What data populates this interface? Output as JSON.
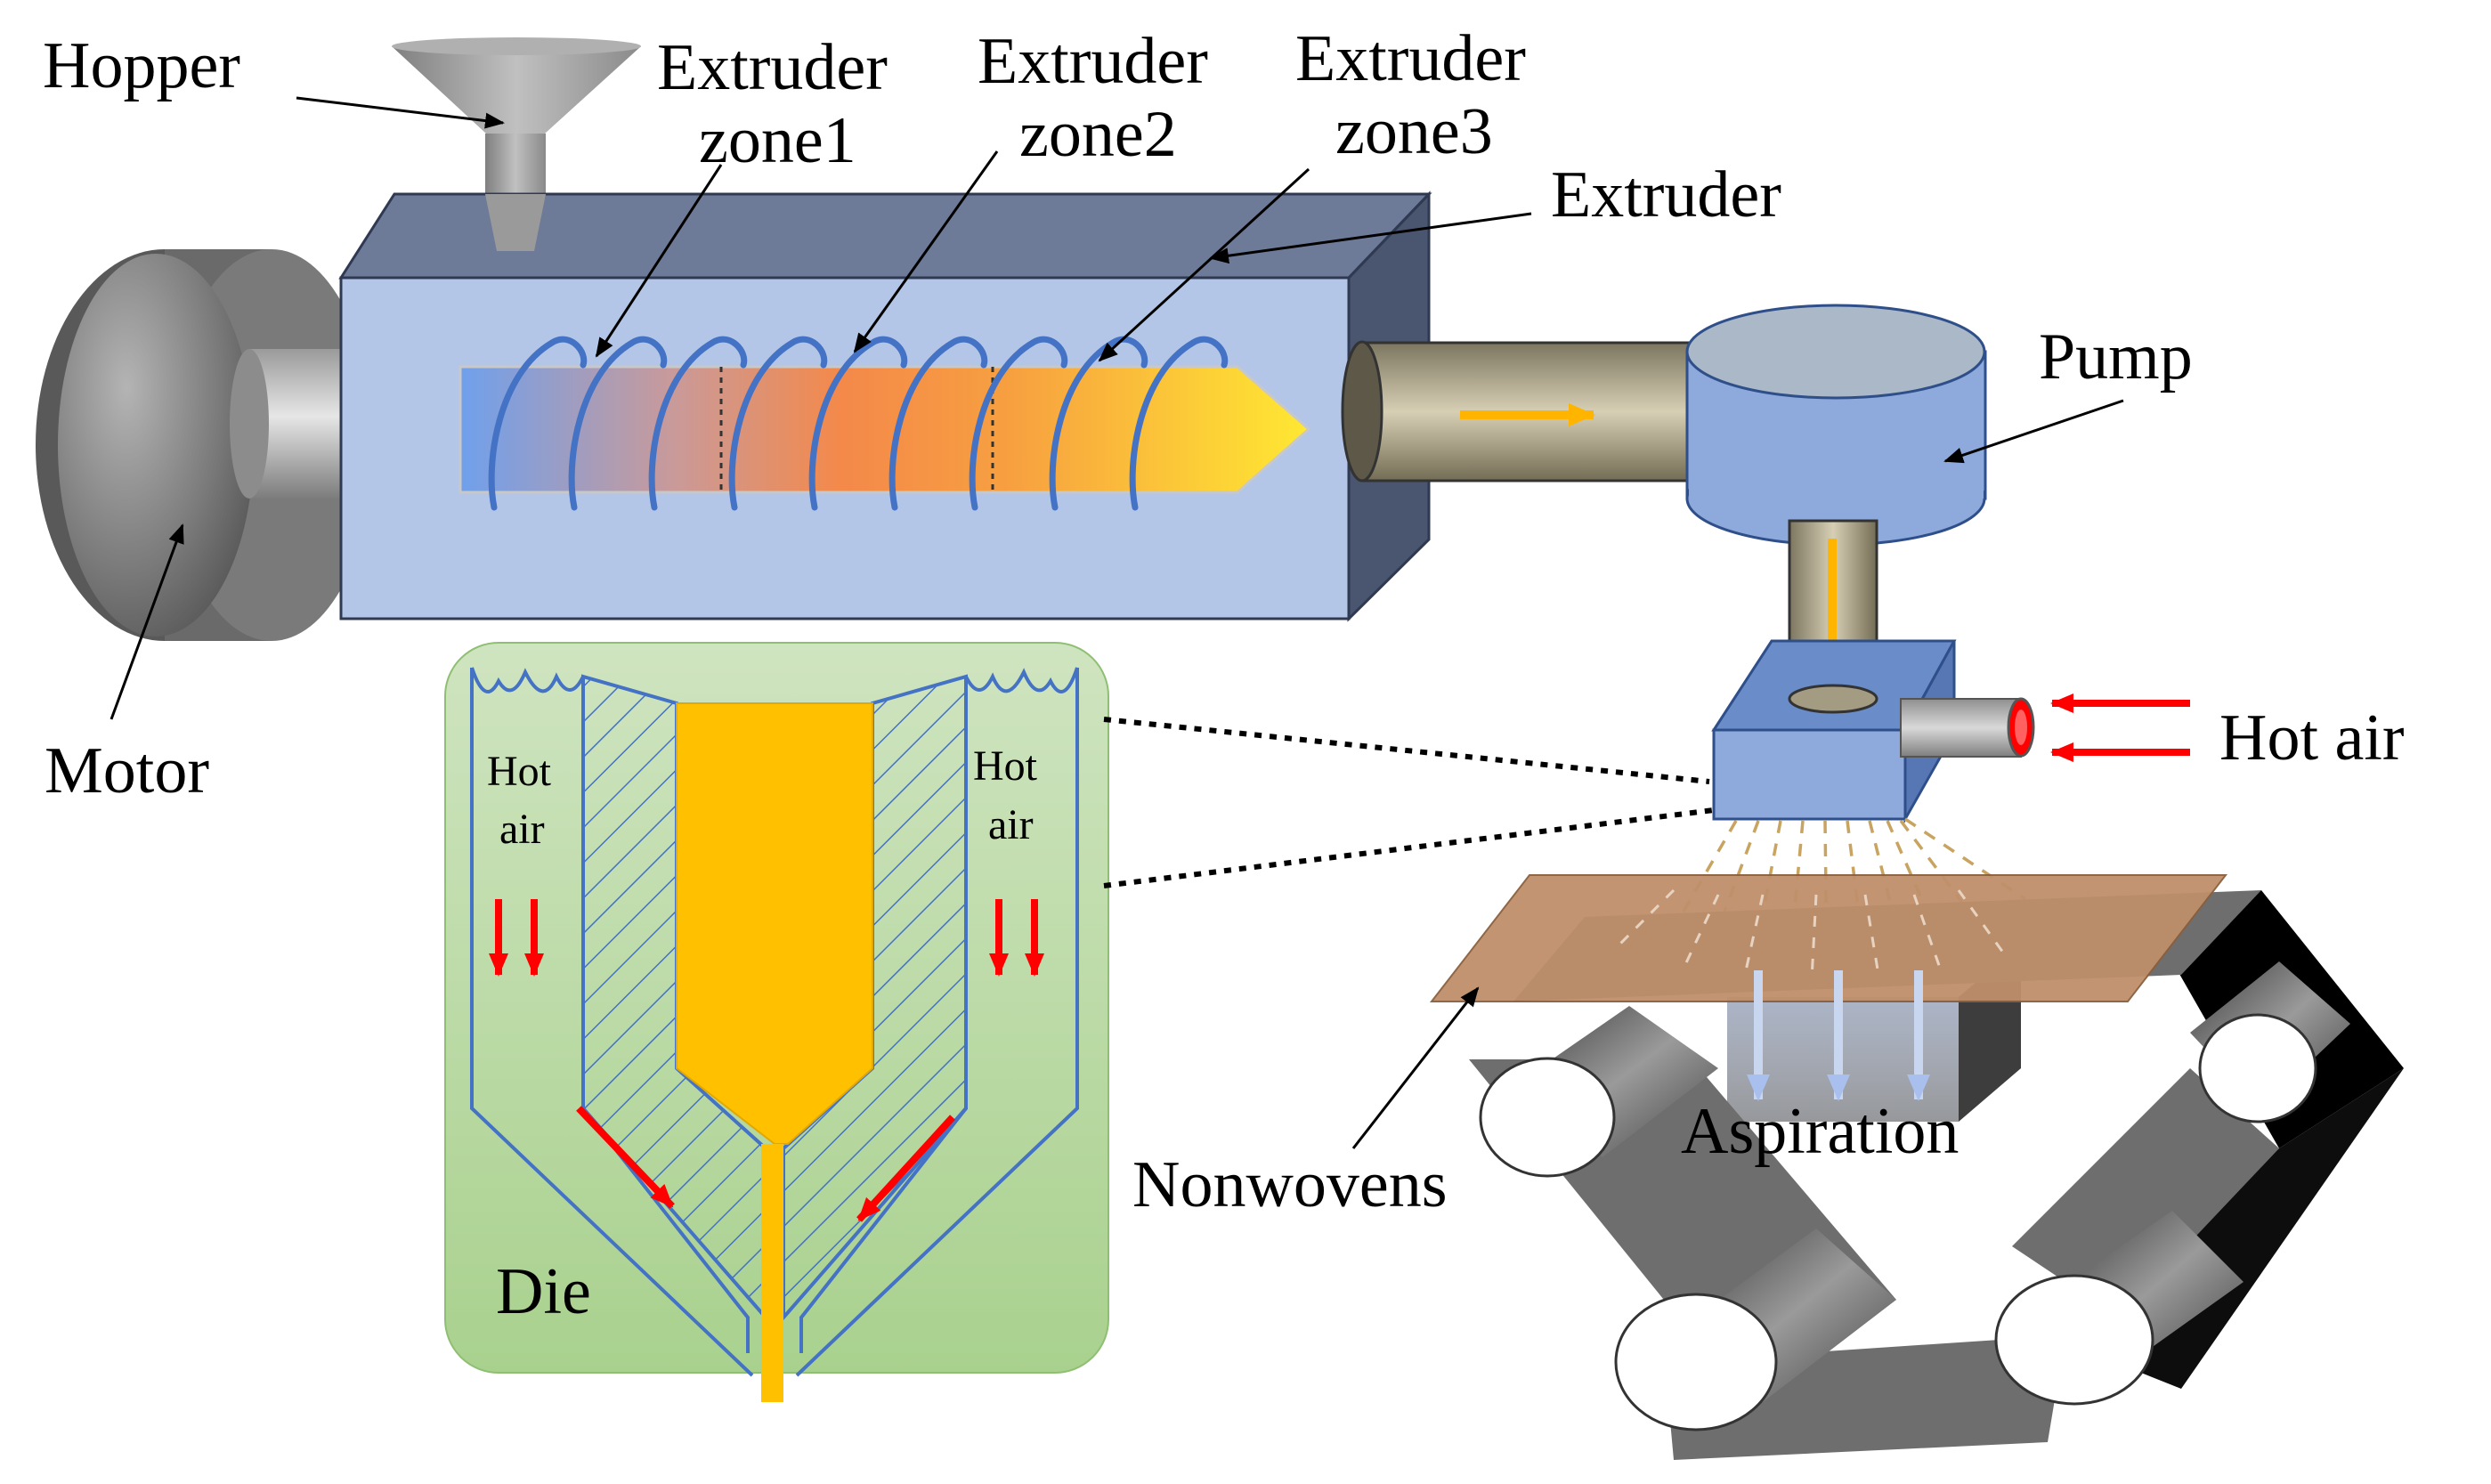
{
  "labels": {
    "hopper": "Hopper",
    "zone1_line1": "Extruder",
    "zone1_line2": "zone1",
    "zone2_line1": "Extruder",
    "zone2_line2": "zone2",
    "zone3_line1": "Extruder",
    "zone3_line2": "zone3",
    "extruder": "Extruder",
    "pump": "Pump",
    "motor": "Motor",
    "hot_air": "Hot air",
    "die_hot_air_left_1": "Hot",
    "die_hot_air_left_2": "air",
    "die_hot_air_right_1": "Hot",
    "die_hot_air_right_2": "air",
    "die": "Die",
    "nonwovens": "Nonwovens",
    "aspiration": "Aspiration"
  },
  "colors": {
    "extruder_body": "#b3c6e7",
    "extruder_dark": "#5b6a85",
    "screw_coil": "#4472c4",
    "melt_cold": "#6fa0ec",
    "melt_mid": "#f4894a",
    "melt_hot": "#ffe832",
    "pump": "#8ea9db",
    "die_panel": "#c5deb2",
    "polymer": "#ffc000",
    "hot_air_arrow": "#ff0000",
    "flow_arrow": "#ffb400",
    "nonwoven": "#bf8f6a",
    "belt": "#6e6e6e"
  }
}
